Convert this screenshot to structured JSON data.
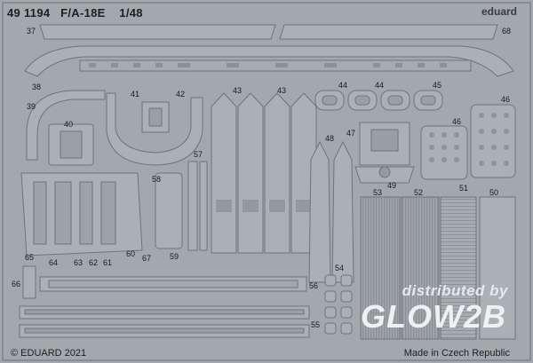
{
  "header": {
    "part_number": "49 1194",
    "aircraft": "F/A-18E",
    "scale": "1/48",
    "brand": "eduard"
  },
  "footer": {
    "copyright": "© EDUARD 2021",
    "origin": "Made in Czech Republic"
  },
  "watermark": {
    "line1": "distributed by",
    "line2": "GLOW2B"
  },
  "part_labels": [
    "37",
    "68",
    "38",
    "39",
    "40",
    "41",
    "42",
    "43",
    "43",
    "44",
    "44",
    "45",
    "46",
    "46",
    "47",
    "48",
    "49",
    "50",
    "51",
    "52",
    "53",
    "54",
    "55",
    "56",
    "57",
    "58",
    "59",
    "60",
    "61",
    "62",
    "63",
    "64",
    "65",
    "66",
    "67"
  ]
}
